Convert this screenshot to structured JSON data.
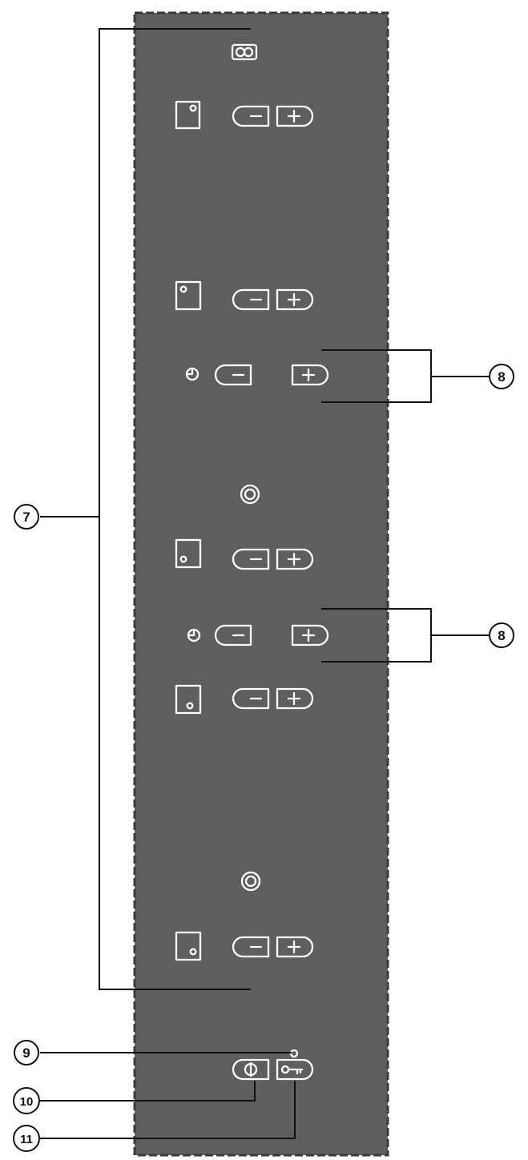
{
  "callouts": {
    "c7": "7",
    "c8a": "8",
    "c8b": "8",
    "c9": "9",
    "c10": "10",
    "c11": "11"
  },
  "icons": {
    "bridge_zone": "bridge-zone-icon",
    "zone": "cooking-zone-icon",
    "timer": "timer-clock-icon",
    "combine": "combine-zones-icon",
    "power": "power-icon",
    "lock": "key-lock-icon",
    "indicator": "indicator-light"
  },
  "colors": {
    "panel": "#5f5d5d",
    "symbols": "#ffffff",
    "leader_lines": "#111111"
  }
}
